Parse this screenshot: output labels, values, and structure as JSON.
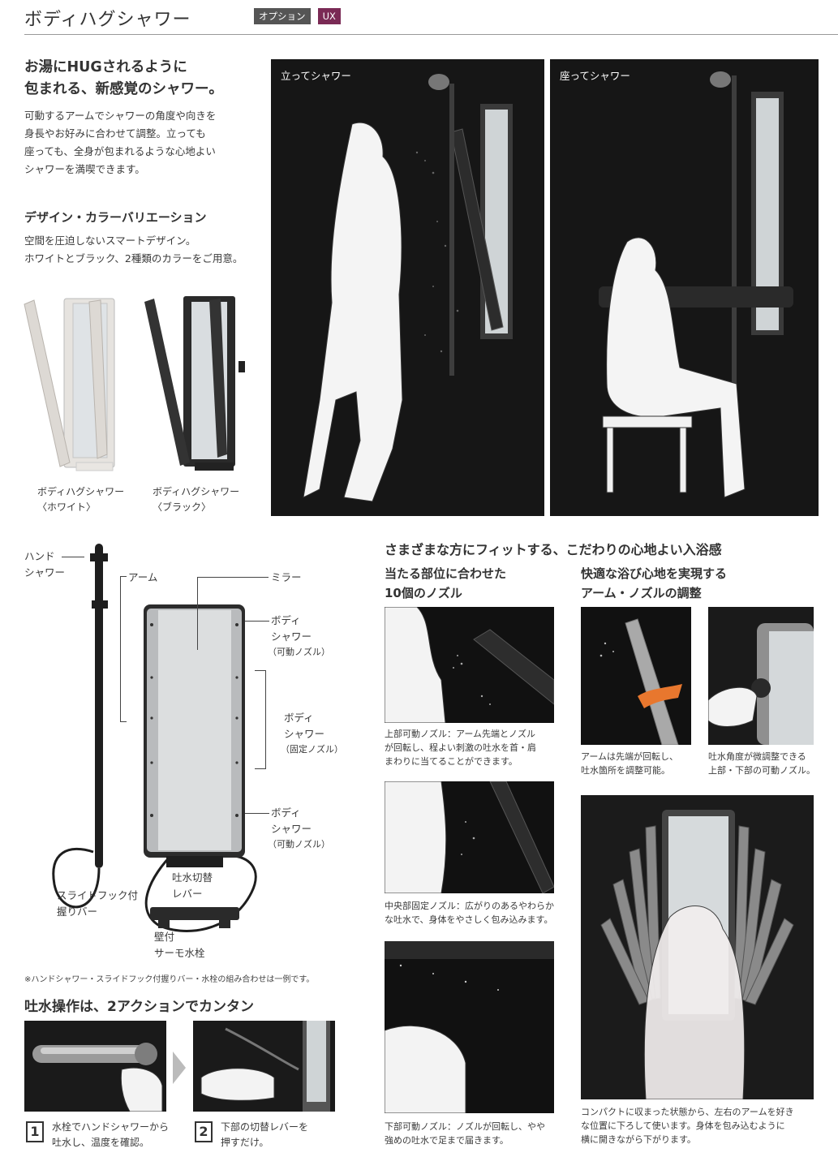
{
  "header": {
    "title": "ボディハグシャワー",
    "tag_option": "オプション",
    "tag_ux": "UX"
  },
  "intro": {
    "headline": "お湯にHUGされるように\n包まれる、新感覚のシャワー。",
    "body": "可動するアームでシャワーの角度や向きを\n身長やお好みに合わせて調整。立っても\n座っても、全身が包まれるような心地よい\nシャワーを満喫できます。"
  },
  "design": {
    "heading": "デザイン・カラーバリエーション",
    "body": "空間を圧迫しないスマートデザイン。\nホワイトとブラック、2種類のカラーをご用意。",
    "white_caption": "ボディハグシャワー\n〈ホワイト〉",
    "black_caption": "ボディハグシャワー\n〈ブラック〉"
  },
  "hero": {
    "standing_caption": "立ってシャワー",
    "sitting_caption": "座ってシャワー"
  },
  "diagram": {
    "hand_shower": "ハンド\nシャワー",
    "arm": "アーム",
    "mirror": "ミラー",
    "body_shower_top": "ボディ\nシャワー",
    "movable_nozzle_top": "（可動ノズル）",
    "body_shower_mid": "ボディ\nシャワー",
    "fixed_nozzle": "（固定ノズル）",
    "body_shower_bottom": "ボディ\nシャワー",
    "movable_nozzle_bottom": "（可動ノズル）",
    "lever": "吐水切替\nレバー",
    "slide_bar": "スライドフック付\n握りバー",
    "faucet": "壁付\nサーモ水栓",
    "note": "※ハンドシャワー・スライドフック付握りバー・水栓の組み合わせは一例です。"
  },
  "operation": {
    "heading": "吐水操作は、2アクションでカンタン",
    "step1_num": "1",
    "step1_text": "水栓でハンドシャワーから\n吐水し、温度を確認。",
    "step2_num": "2",
    "step2_text": "下部の切替レバーを\n押すだけ。"
  },
  "fit": {
    "heading": "さまざまな方にフィットする、こだわりの心地よい入浴感",
    "nozzle_heading": "当たる部位に合わせた\n10個のノズル",
    "adjust_heading": "快適な浴び心地を実現する\nアーム・ノズルの調整",
    "upper_text": "上部可動ノズル：アーム先端とノズル\nが回転し、程よい刺激の吐水を首・肩\nまわりに当てることができます。",
    "middle_text": "中央部固定ノズル：広がりのあるやわらか\nな吐水で、身体をやさしく包み込みます。",
    "lower_text": "下部可動ノズル：ノズルが回転し、やや\n強めの吐水で足まで届きます。",
    "arm_text": "アームは先端が回転し、\n吐水箇所を調整可能。",
    "nozzle_angle_text": "吐水角度が微調整できる\n上部・下部の可動ノズル。",
    "compact_text": "コンパクトに収まった状態から、左右のアームを好き\nな位置に下ろして使います。身体を包み込むように\n横に開きながら下がります。"
  },
  "colors": {
    "tag_option_bg": "#555555",
    "tag_ux_bg": "#7a2a55",
    "photo_bg": "#111111",
    "accent_arrow": "#e8772e"
  }
}
